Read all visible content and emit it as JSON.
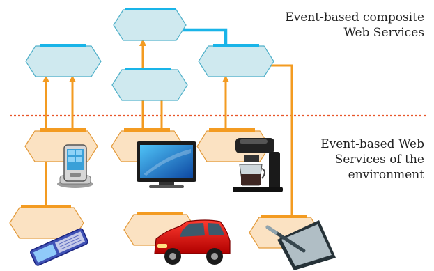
{
  "labels": {
    "composite": [
      "Event-based composite",
      "Web Services"
    ],
    "environment": [
      "Event-based Web",
      "Services of the",
      "environment"
    ]
  },
  "colors": {
    "composite_fill": "#cfe9ef",
    "composite_stroke": "#4fb0c9",
    "composite_bar": "#19b4e8",
    "env_fill": "#fbe2c2",
    "env_stroke": "#e39a3a",
    "env_bar": "#f39b21",
    "arrow_orange": "#f39b21",
    "arrow_blue": "#19b4e8",
    "divider": "#e8562a"
  },
  "devices": [
    "smartphone-icon",
    "flat-tv-icon",
    "coffee-machine-icon",
    "mobile-phone-icon",
    "red-car-icon",
    "tablet-pen-icon"
  ]
}
